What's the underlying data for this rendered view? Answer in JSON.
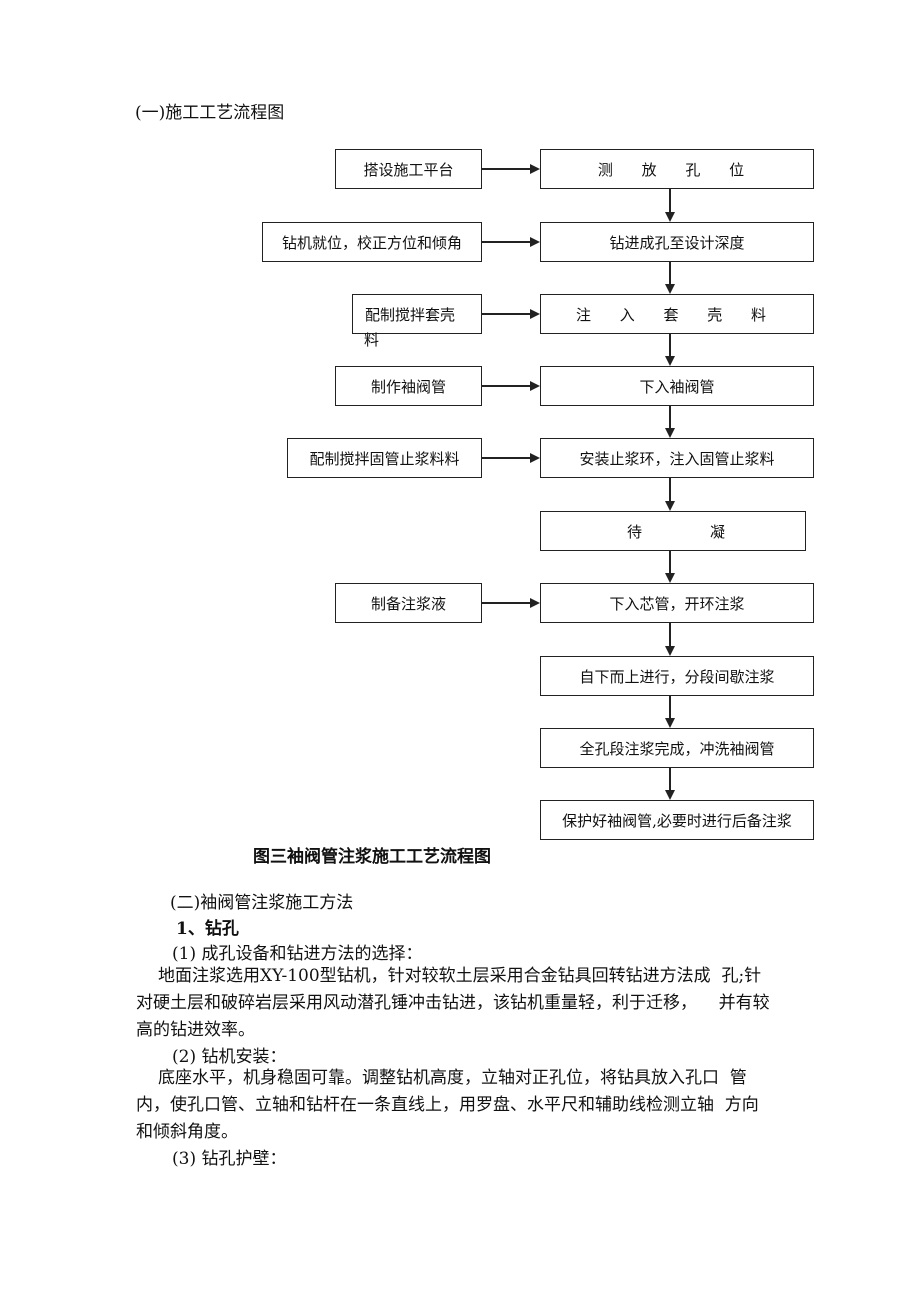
{
  "section1_heading": "(一)施工工艺流程图",
  "flowchart": {
    "left": {
      "platform": "搭设施工平台",
      "rig": "钻机就位，校正方位和倾角",
      "sleeve_mix_line1": "配制搅拌套壳",
      "sleeve_mix_line2": "料",
      "make_pipe": "制作袖阀管",
      "fix_mix": "配制搅拌固管止浆料料",
      "grout_prep": "制备注浆液"
    },
    "main": {
      "s1": "测 放 孔 位",
      "s2": "钻进成孔至设计深度",
      "s3": "注 入 套 壳 料",
      "s4": "下入袖阀管",
      "s5": "安装止浆环，注入固管止浆料",
      "s6a": "待",
      "s6b": "凝",
      "s7": "下入芯管，开环注浆",
      "s8": "自下而上进行，分段间歇注浆",
      "s9": "全孔段注浆完成，冲洗袖阀管",
      "s10": "保护好袖阀管,必要时进行后备注浆"
    },
    "caption": "图三袖阀管注浆施工工艺流程图"
  },
  "section2_heading": "(二)袖阀管注浆施工方法",
  "sub1": "1、钻孔",
  "item1": "(1)  成孔设备和钻进方法的选择：",
  "para1": {
    "l1": "地面注浆选用XY-100型钻机，针对较软土层采用合金钻具回转钻进方法成  孔;针",
    "l2": "对硬土层和破碎岩层采用风动潜孔锤冲击钻进，该钻机重量轻，利于迁移，    并有较",
    "l3": "高的钻进效率。"
  },
  "item2": "(2)  钻机安装：",
  "para2": {
    "l1": "底座水平，机身稳固可靠。调整钻机高度，立轴对正孔位，将钻具放入孔口  管",
    "l2": "内，使孔口管、立轴和钻杆在一条直线上，用罗盘、水平尺和辅助线检测立轴  方向",
    "l3": "和倾斜角度。"
  },
  "item3": "(3)  钻孔护壁："
}
